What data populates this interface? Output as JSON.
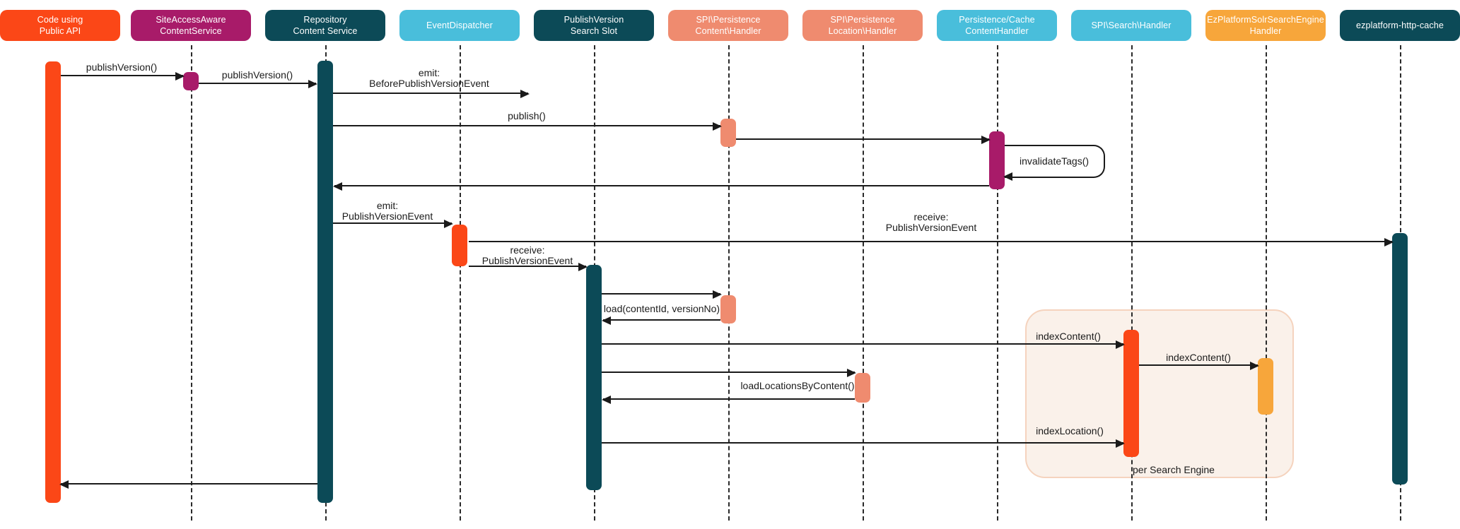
{
  "colors": {
    "orange_red": "#FB4717",
    "magenta": "#A81B69",
    "dark_teal": "#0C4A57",
    "light_blue": "#49BEDB",
    "salmon": "#EF8B6F",
    "amber": "#F7A63B",
    "group_fill": "#FAF1EA",
    "group_border": "#F5D3BE",
    "line": "#1A1A1A"
  },
  "actors": [
    {
      "name": "code-public-api",
      "lines": [
        "Code using",
        "Public API"
      ]
    },
    {
      "name": "siteaccess-aware-content-service",
      "lines": [
        "SiteAccessAware",
        "ContentService"
      ]
    },
    {
      "name": "repository-content-service",
      "lines": [
        "Repository",
        "Content Service"
      ]
    },
    {
      "name": "event-dispatcher",
      "lines": [
        "EventDispatcher"
      ]
    },
    {
      "name": "publish-version-search-slot",
      "lines": [
        "PublishVersion",
        "Search Slot"
      ]
    },
    {
      "name": "spi-persistence-content-handler",
      "lines": [
        "SPI\\Persistence",
        "Content\\Handler"
      ]
    },
    {
      "name": "spi-persistence-location-handler",
      "lines": [
        "SPI\\Persistence",
        "Location\\Handler"
      ]
    },
    {
      "name": "persistence-cache-content-handler",
      "lines": [
        "Persistence/Cache",
        "ContentHandler"
      ]
    },
    {
      "name": "spi-search-handler",
      "lines": [
        "SPI\\Search\\Handler"
      ]
    },
    {
      "name": "ez-platform-solr-search-engine-handler",
      "lines": [
        "EzPlatformSolrSearchEngine",
        "Handler"
      ]
    },
    {
      "name": "ezplatform-http-cache",
      "lines": [
        "ezplatform-http-cache"
      ]
    }
  ],
  "messages": {
    "publish_version_1": "publishVersion()",
    "publish_version_2": "publishVersion()",
    "emit_before": {
      "line1": "emit:",
      "line2": "BeforePublishVersionEvent"
    },
    "publish": "publish()",
    "invalidate_tags": "invalidateTags()",
    "emit_publish": {
      "line1": "emit:",
      "line2": "PublishVersionEvent"
    },
    "receive_http_cache": {
      "line1": "receive:",
      "line2": "PublishVersionEvent"
    },
    "receive_search_slot": {
      "line1": "receive:",
      "line2": "PublishVersionEvent"
    },
    "load_content": "load(contentId, versionNo)",
    "index_content_1": "indexContent()",
    "index_content_2": "indexContent()",
    "load_locations": "loadLocationsByContent()",
    "index_location": "indexLocation()",
    "group_label": "per Search Engine"
  }
}
